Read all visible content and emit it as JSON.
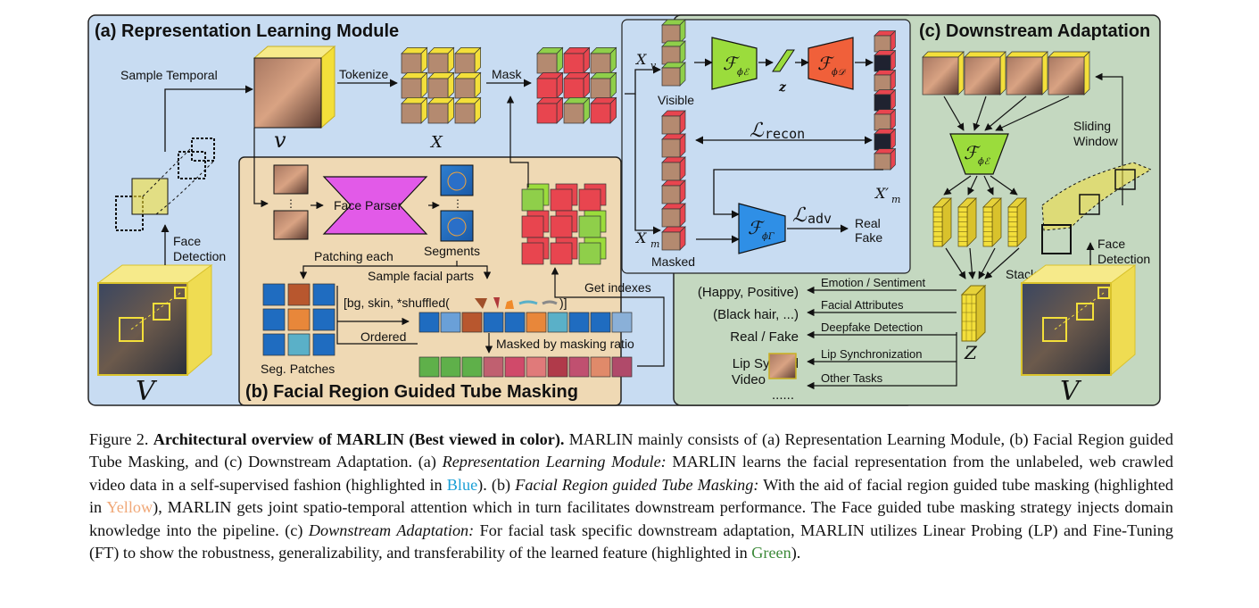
{
  "panels": {
    "a_title": "(a) Representation Learning Module",
    "b_title": "(b) Facial Region Guided Tube Masking",
    "c_title": "(c) Downstream Adaptation"
  },
  "labels_a": {
    "sample_temporal": "Sample Temporal",
    "tokenize": "Tokenize",
    "mask": "Mask",
    "visible": "Visible",
    "masked": "Masked",
    "face_detection": "Face",
    "face_detection2": "Detection",
    "real": "Real",
    "fake": "Fake"
  },
  "symbols": {
    "v_small": "v",
    "V_big": "V",
    "X": "X",
    "X_v": "X",
    "X_v_sub": "v",
    "X_m": "X",
    "X_m_sub": "m",
    "X_m_prime": "X′",
    "X_m_prime_sub": "m",
    "z": "z",
    "L_recon": "ℒ",
    "L_recon_sub": "recon",
    "L_adv": "ℒ",
    "L_adv_sub": "adv",
    "F": "ℱ",
    "F_enc_sub": "ϕℰ",
    "F_dec_sub": "ϕ𝒟",
    "F_disc_sub": "ϕΓ",
    "Z": "Z",
    "dots": "⋮"
  },
  "labels_b": {
    "face_parser": "Face Parser",
    "segments": "Segments",
    "patching_each": "Patching each",
    "sample_facial_parts": "Sample facial parts",
    "get_indexes": "Get indexes",
    "bg_skin_prefix": "[bg, skin, *shuffled(",
    "bg_skin_suffix": ")]",
    "ordered": "Ordered",
    "masked_by_ratio": "Masked by masking ratio",
    "seg_patches": "Seg. Patches"
  },
  "labels_c": {
    "sliding": "Sliding",
    "window": "Window",
    "stack": "Stack",
    "face": "Face",
    "detection": "Detection",
    "tasks": [
      {
        "output": "(Happy, Positive)",
        "task": "Emotion / Sentiment"
      },
      {
        "output": "(Black hair, ...)",
        "task": "Facial Attributes"
      },
      {
        "output": "Real / Fake",
        "task": "Deepfake Detection"
      },
      {
        "output": "Lip Synced",
        "output2": "Video",
        "task": "Lip Synchronization"
      },
      {
        "output": "......",
        "task": "Other Tasks"
      }
    ]
  },
  "caption": {
    "fig_label": "Figure 2.",
    "fig_title": "Architectural overview of MARLIN (Best viewed in color).",
    "s1": " MARLIN mainly consists of (a) Representation Learning Module, (b) Facial Region guided Tube Masking, and (c) Downstream Adaptation. (a) ",
    "s2_italic": "Representation Learning Module:",
    "s3": " MARLIN learns the facial representation from the unlabeled, web crawled video data in a self-supervised fashion (highlighted in ",
    "blue": "Blue",
    "s4": "). (b) ",
    "s5_italic": "Facial Region guided Tube Masking:",
    "s6": " With the aid of facial region guided tube masking (highlighted in ",
    "yellow": "Yellow",
    "s7": "), MARLIN gets joint spatio-temporal attention which in turn facilitates downstream performance. The Face guided tube masking strategy injects domain knowledge into the pipeline. (c) ",
    "s8_italic": "Downstream Adaptation:",
    "s9": " For facial task specific downstream adaptation, MARLIN utilizes Linear Probing (LP) and Fine-Tuning (FT) to show the robustness, generalizability, and transferability of the learned feature (highlighted in ",
    "green": "Green",
    "s10": ")."
  },
  "colors": {
    "panel_a": "#c8dcf2",
    "panel_b": "#efd9b4",
    "panel_c": "#c4d8c0",
    "cube_yellow": "#f3df3a",
    "mask_red": "#e8454f",
    "visible_green": "#8fcf4a",
    "encoder_green": "#9bdc3c",
    "decoder_red": "#f0603a",
    "parser_magenta": "#e25ae8",
    "disc_blue": "#2f8fe6"
  }
}
